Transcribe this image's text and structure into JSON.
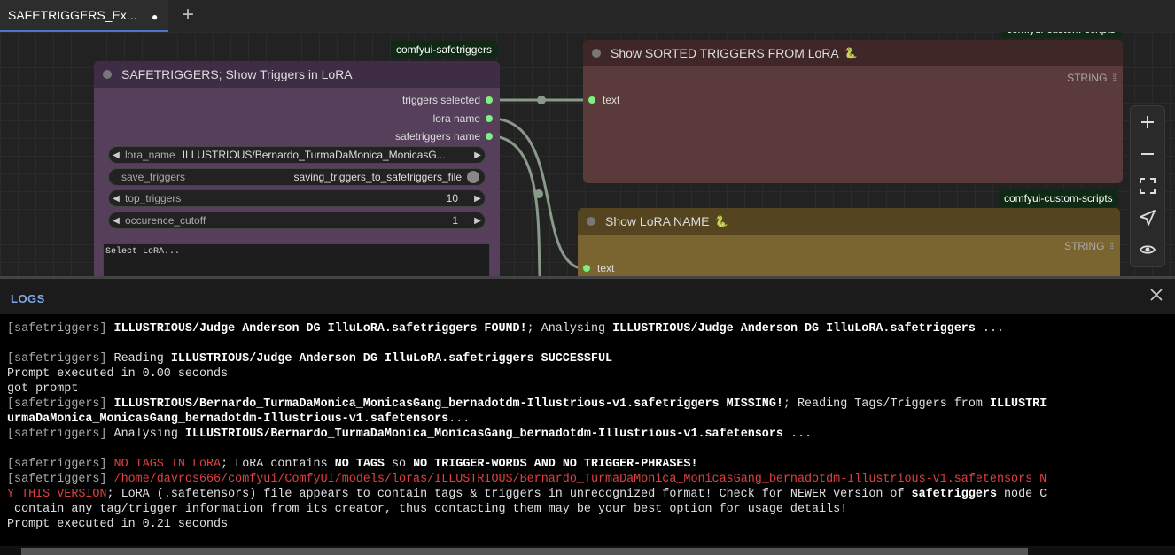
{
  "tab": {
    "title": "SAFETRIGGERS_Ex...",
    "modified_dot": "●",
    "add": "+"
  },
  "badges": {
    "safetriggers": "comfyui-safetriggers",
    "custom1": "comfyui-custom-scripts",
    "custom2": "comfyui-custom-scripts"
  },
  "node_safetriggers": {
    "title": "SAFETRIGGERS; Show Triggers in LoRA",
    "outputs": [
      "triggers selected",
      "lora name",
      "safetriggers name"
    ],
    "lora_name": {
      "label": "lora_name",
      "value": "ILLUSTRIOUS/Bernardo_TurmaDaMonica_MonicasG..."
    },
    "save_triggers": {
      "label": "save_triggers",
      "value": "saving_triggers_to_safetriggers_file"
    },
    "top_triggers": {
      "label": "top_triggers",
      "value": "10"
    },
    "occurence_cutoff": {
      "label": "occurence_cutoff",
      "value": "1"
    },
    "textarea": "Select LoRA..."
  },
  "node_sorted": {
    "title": "Show SORTED TRIGGERS FROM LoRA",
    "emoji": "🐍",
    "type_label": "STRING",
    "input": "text"
  },
  "node_lora": {
    "title": "Show LoRA NAME",
    "emoji": "🐍",
    "type_label": "STRING",
    "input": "text"
  },
  "arrows": {
    "left": "◀",
    "right": "▶"
  },
  "logs": {
    "title": "LOGS",
    "lines": [
      {
        "tag": "[safetriggers]",
        "parts": [
          " ",
          {
            "b": "ILLUSTRIOUS/Judge Anderson DG IlluLoRA.safetriggers FOUND!"
          },
          "; Analysing ",
          {
            "b": "ILLUSTRIOUS/Judge Anderson DG IlluLoRA.safetriggers"
          },
          " ..."
        ]
      },
      {
        "tag": "[safetriggers]",
        "parts": [
          " Reading ",
          {
            "b": "ILLUSTRIOUS/Judge Anderson DG IlluLoRA.safetriggers SUCCESSFUL"
          }
        ]
      },
      {
        "tag": "",
        "parts": [
          "Prompt executed in 0.00 seconds"
        ]
      },
      {
        "tag": "",
        "parts": [
          "got prompt"
        ]
      },
      {
        "tag": "[safetriggers]",
        "parts": [
          " ",
          {
            "b": "ILLUSTRIOUS/Bernardo_TurmaDaMonica_MonicasGang_bernadotdm-Illustrious-v1.safetriggers MISSING!"
          },
          "; Reading Tags/Triggers from ",
          {
            "b": "ILLUSTRI"
          }
        ]
      },
      {
        "tag": "",
        "parts": [
          {
            "b": "urmaDaMonica_MonicasGang_bernadotdm-Illustrious-v1.safetensors"
          },
          "..."
        ]
      },
      {
        "tag": "[safetriggers]",
        "parts": [
          " Analysing ",
          {
            "b": "ILLUSTRIOUS/Bernardo_TurmaDaMonica_MonicasGang_bernadotdm-Illustrious-v1.safetensors"
          },
          " ..."
        ]
      },
      {
        "tag": "[safetriggers]",
        "parts": [
          " ",
          {
            "r": "NO TAGS IN LoRA"
          },
          "; LoRA contains ",
          {
            "b": "NO TAGS"
          },
          " so ",
          {
            "b": "NO TRIGGER-WORDS AND NO TRIGGER-PHRASES!"
          }
        ]
      },
      {
        "tag": "[safetriggers]",
        "parts": [
          " ",
          {
            "r": "/home/davros666/comfyui/ComfyUI/models/loras/ILLUSTRIOUS/Bernardo_TurmaDaMonica_MonicasGang_bernadotdm-Illustrious-v1.safetensors N"
          }
        ]
      },
      {
        "tag": "",
        "parts": [
          {
            "r": "Y THIS VERSION"
          },
          "; LoRA (.safetensors) file appears to contain tags & triggers in unrecognized format! Check for NEWER version of ",
          {
            "b": "safetriggers"
          },
          " node C"
        ]
      },
      {
        "tag": "",
        "parts": [
          " contain any tag/trigger information from its creator, thus contacting them may be your best option for usage details!"
        ]
      },
      {
        "tag": "",
        "parts": [
          "Prompt executed in 0.21 seconds"
        ]
      }
    ]
  }
}
